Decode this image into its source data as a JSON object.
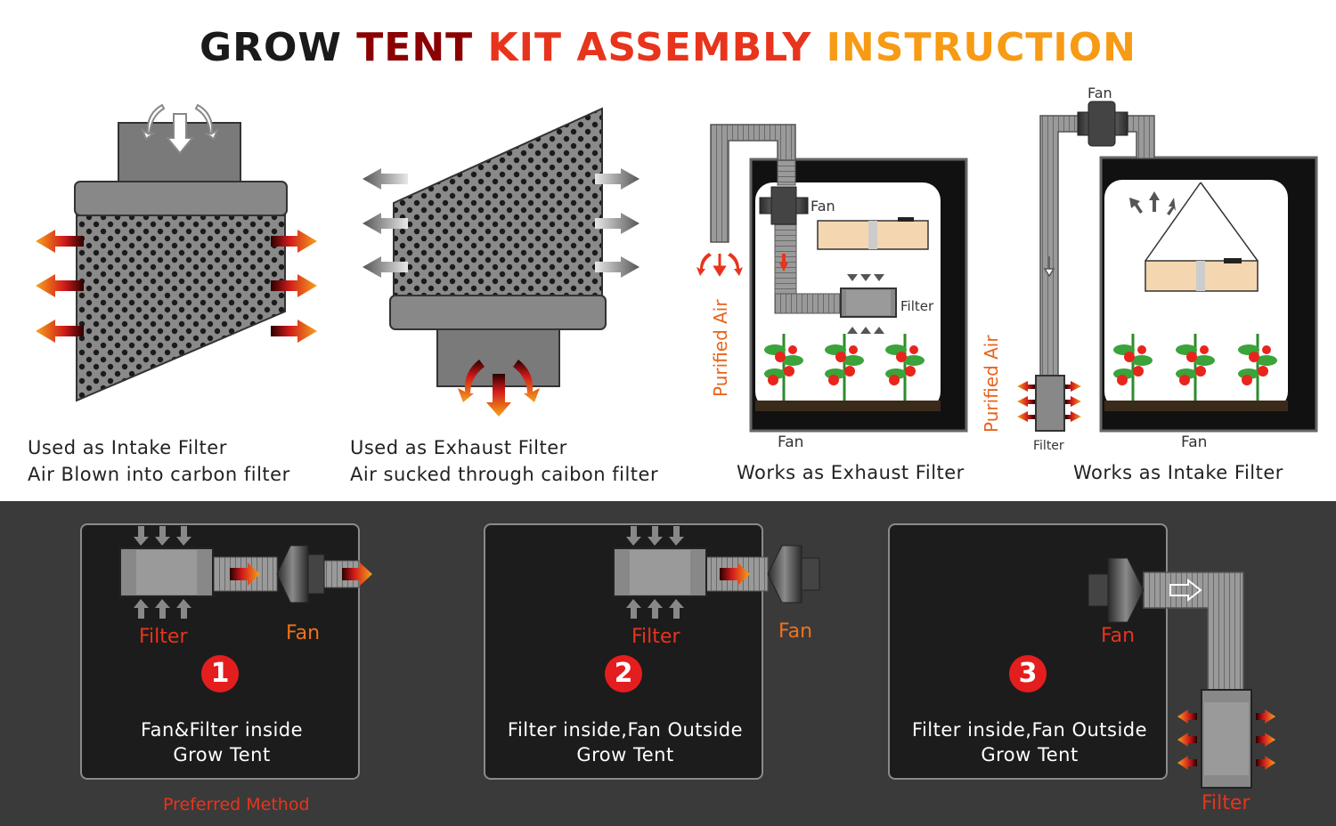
{
  "title": {
    "part1": "GROW",
    "part2": "TENT",
    "part3": "KIT",
    "part4": "ASSEMBLY",
    "part5": "INSTRUCTION"
  },
  "colors": {
    "dark_red": "#8b0000",
    "red": "#e8341c",
    "orange": "#f79a14",
    "panel_bg": "#1c1c1c",
    "band_bg": "#3a3a3a"
  },
  "top": {
    "intake": {
      "line1": "Used as Intake Filter",
      "line2": "Air Blown into carbon filter"
    },
    "exhaust": {
      "line1": "Used as Exhaust Filter",
      "line2": "Air sucked through caibon filter"
    },
    "exhaust_setup": {
      "caption": "Works as Exhaust Filter",
      "fan_top": "Fan",
      "filter": "Filter",
      "fan_bottom": "Fan",
      "purified": "Purified Air"
    },
    "intake_setup": {
      "caption": "Works as Intake Filter",
      "fan_top": "Fan",
      "filter": "Filter",
      "fan_bottom": "Fan",
      "purified": "Purified Air"
    }
  },
  "methods": [
    {
      "number": "1",
      "line1": "Fan&Filter inside",
      "line2": "Grow Tent",
      "filter_label": "Filter",
      "fan_label": "Fan"
    },
    {
      "number": "2",
      "line1": "Filter inside,Fan Outside",
      "line2": "Grow Tent",
      "filter_label": "Filter",
      "fan_label": "Fan"
    },
    {
      "number": "3",
      "line1": "Filter inside,Fan Outside",
      "line2": "Grow Tent",
      "filter_label": "Filter",
      "fan_label": "Fan"
    }
  ],
  "preferred": "Preferred Method",
  "icons": [
    "arrow-icon",
    "fan-icon",
    "filter-icon",
    "tomato-plant-icon",
    "grow-light-icon"
  ]
}
